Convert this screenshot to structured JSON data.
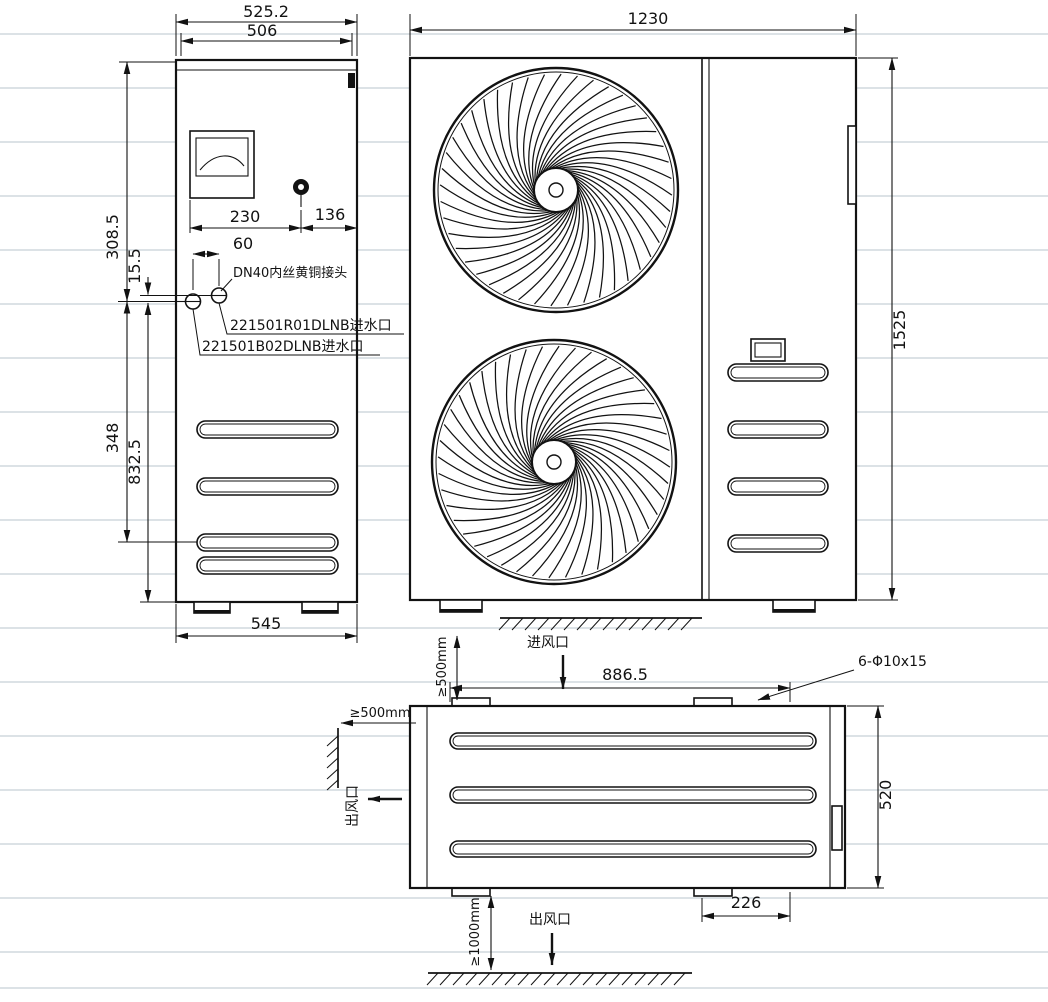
{
  "side_view": {
    "dim_width_outer": "525.2",
    "dim_width_inner": "506",
    "dim_panel_width": "230",
    "dim_knob_offset": "136",
    "dim_valve_gap": "60",
    "dim_height_1": "308.5",
    "dim_height_2": "15.5",
    "dim_height_3": "348",
    "dim_height_4": "832.5",
    "dim_base_width": "545",
    "label_brass_joint": "DN40内丝黄铜接头",
    "label_water_inlet_1": "221501R01DLNB进水口",
    "label_water_inlet_2": "221501B02DLNB进水口"
  },
  "front_view": {
    "dim_width": "1230",
    "dim_height": "1525",
    "label_air_inlet": "进风口",
    "clearance_rear": "≥500mm"
  },
  "top_view": {
    "dim_width": "886.5",
    "dim_depth": "520",
    "dim_foot_offset": "226",
    "label_mounting_holes": "6-Φ10x15",
    "clearance_side": "≥500mm",
    "clearance_front": "≥1000mm",
    "label_air_outlet_side": "出风口",
    "label_air_outlet_front": "出风口"
  }
}
